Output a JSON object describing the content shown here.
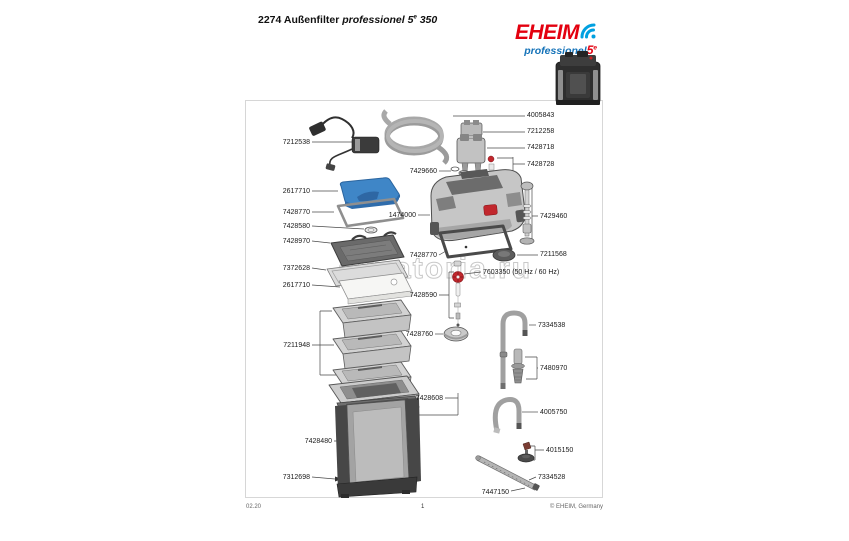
{
  "header": {
    "title_prefix": "2274 Außenfilter",
    "title_italic": "professionel 5",
    "title_sup": "e",
    "title_suffix": "350"
  },
  "logo": {
    "brand": "EHEIM",
    "series": "professionel",
    "series_number": "5",
    "series_sup": "e"
  },
  "watermark": "akvatoria.ru",
  "colors": {
    "brand_red": "#e3000f",
    "brand_blue": "#1472b8",
    "wave_blue": "#00a0e0",
    "pad_blue": "#3f86c7",
    "accent_red": "#c1272d"
  },
  "footer": {
    "date_code": "02.20",
    "page_number": "1",
    "copyright": "© EHEIM, Germany"
  },
  "parts": [
    {
      "number": "7212538"
    },
    {
      "number": "2617710"
    },
    {
      "number": "7428770"
    },
    {
      "number": "7428580"
    },
    {
      "number": "7428970"
    },
    {
      "number": "7372628"
    },
    {
      "number": "2617710"
    },
    {
      "number": "7211948"
    },
    {
      "number": "7428480"
    },
    {
      "number": "7312698"
    },
    {
      "number": "7429660"
    },
    {
      "number": "1474000"
    },
    {
      "number": "7428770"
    },
    {
      "number": "7428590"
    },
    {
      "number": "7428760"
    },
    {
      "number": "7428608"
    },
    {
      "number": "7447150"
    },
    {
      "number": "4005843"
    },
    {
      "number": "7212258"
    },
    {
      "number": "7428718"
    },
    {
      "number": "7428728"
    },
    {
      "number": "7429460"
    },
    {
      "number": "7211568"
    },
    {
      "number": "7603350 (50 Hz / 60 Hz)"
    },
    {
      "number": "7334538"
    },
    {
      "number": "7480970"
    },
    {
      "number": "4005750"
    },
    {
      "number": "4015150"
    },
    {
      "number": "7334528"
    }
  ]
}
